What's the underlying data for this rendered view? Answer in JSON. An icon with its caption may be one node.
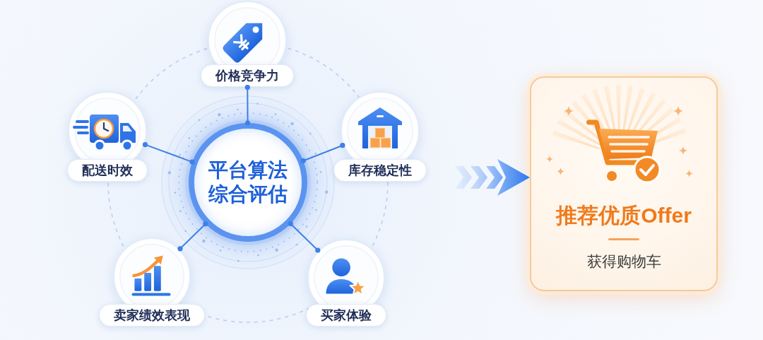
{
  "diagram": {
    "nodes": [
      {
        "text": [
          "平台算法综合评估"
        ]
      },
      {
        "text": [
          "价格竞争力"
        ]
      },
      {
        "text": [
          "配送时效"
        ]
      },
      {
        "text": [
          "库存稳定性"
        ]
      },
      {
        "text": [
          "卖家绩效表现"
        ]
      },
      {
        "text": [
          "买家体验"
        ]
      },
      {
        "text": [
          "推荐优质Offer",
          "获得购物车"
        ]
      }
    ],
    "edges": [
      {
        "from": 1,
        "to": 0,
        "arrow": "other"
      },
      {
        "from": 2,
        "to": 0,
        "arrow": "other"
      },
      {
        "from": 3,
        "to": 0,
        "arrow": "other"
      },
      {
        "from": 4,
        "to": 0,
        "arrow": "other"
      },
      {
        "from": 5,
        "to": 0,
        "arrow": "other"
      },
      {
        "from": null,
        "to": 6,
        "arrow": "to"
      }
    ]
  }
}
